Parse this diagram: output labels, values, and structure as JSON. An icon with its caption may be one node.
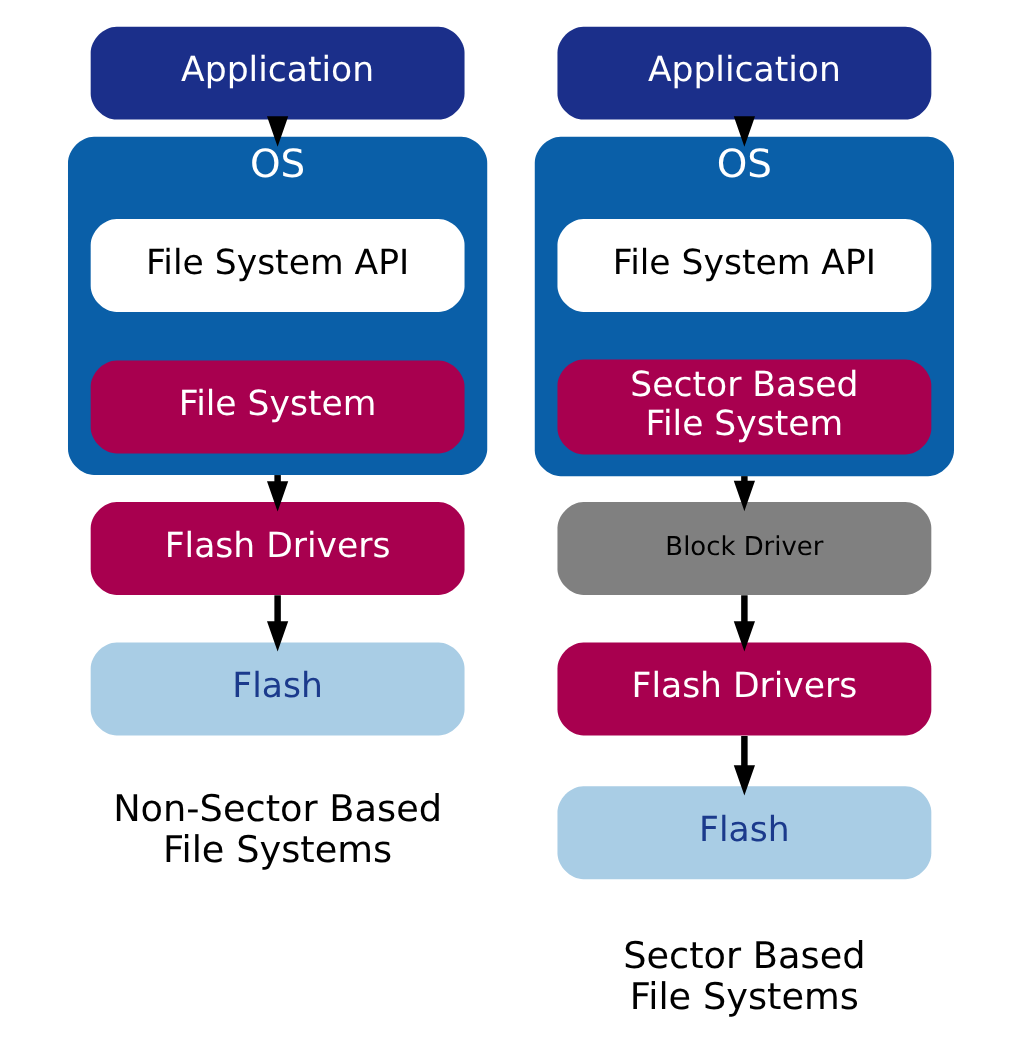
{
  "diagram": {
    "nodes": [
      {
        "text": [
          "Application"
        ]
      },
      {
        "text": [
          "OS"
        ]
      },
      {
        "text": [
          "File System API"
        ],
        "in": 1
      },
      {
        "text": [
          "File System"
        ],
        "in": 1
      },
      {
        "text": [
          "Flash Drivers"
        ]
      },
      {
        "text": [
          "Flash"
        ]
      },
      {
        "text": [
          "Application"
        ]
      },
      {
        "text": [
          "OS"
        ]
      },
      {
        "text": [
          "File System API"
        ],
        "in": 7
      },
      {
        "text": [
          "Sector Based File System"
        ],
        "in": 7
      },
      {
        "text": [
          "Block Driver"
        ]
      },
      {
        "text": [
          "Flash Drivers"
        ]
      },
      {
        "text": [
          "Flash"
        ]
      }
    ],
    "edges": [
      {
        "from": 0,
        "to": 1,
        "arrow": "to"
      },
      {
        "from": 1,
        "to": 4,
        "arrow": "to"
      },
      {
        "from": 4,
        "to": 5,
        "arrow": "to"
      },
      {
        "from": 6,
        "to": 7,
        "arrow": "to"
      },
      {
        "from": 7,
        "to": 10,
        "arrow": "to"
      },
      {
        "from": 10,
        "to": 11,
        "arrow": "to"
      },
      {
        "from": 11,
        "to": 12,
        "arrow": "to"
      }
    ],
    "labels": [
      "Non-Sector Based File Systems",
      "Sector Based File Systems"
    ]
  }
}
